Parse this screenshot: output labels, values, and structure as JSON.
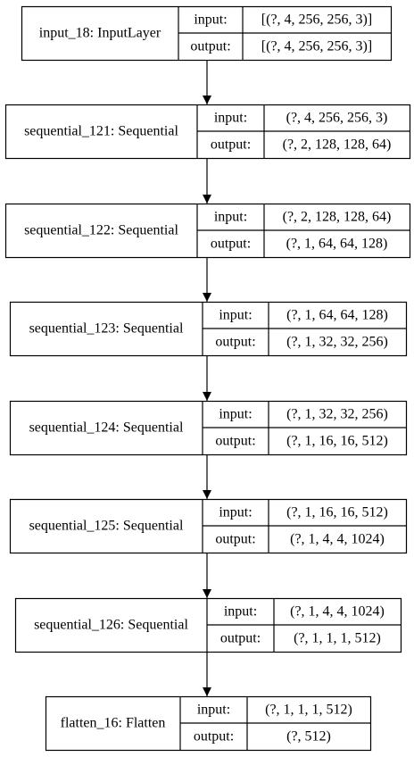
{
  "diagram": {
    "colors": {
      "stroke": "#000000",
      "background": "#ffffff"
    },
    "port_labels": {
      "input": "input:",
      "output": "output:"
    },
    "layers": [
      {
        "name": "input_18: InputLayer",
        "input": "[(?, 4, 256, 256, 3)]",
        "output": "[(?, 4, 256, 256, 3)]"
      },
      {
        "name": "sequential_121: Sequential",
        "input": "(?, 4, 256, 256, 3)",
        "output": "(?, 2, 128, 128, 64)"
      },
      {
        "name": "sequential_122: Sequential",
        "input": "(?, 2, 128, 128, 64)",
        "output": "(?, 1, 64, 64, 128)"
      },
      {
        "name": "sequential_123: Sequential",
        "input": "(?, 1, 64, 64, 128)",
        "output": "(?, 1, 32, 32, 256)"
      },
      {
        "name": "sequential_124: Sequential",
        "input": "(?, 1, 32, 32, 256)",
        "output": "(?, 1, 16, 16, 512)"
      },
      {
        "name": "sequential_125: Sequential",
        "input": "(?, 1, 16, 16, 512)",
        "output": "(?, 1, 4, 4, 1024)"
      },
      {
        "name": "sequential_126: Sequential",
        "input": "(?, 1, 4, 4, 1024)",
        "output": "(?, 1, 1, 1, 512)"
      },
      {
        "name": "flatten_16: Flatten",
        "input": "(?, 1, 1, 1, 512)",
        "output": "(?, 512)"
      }
    ]
  }
}
